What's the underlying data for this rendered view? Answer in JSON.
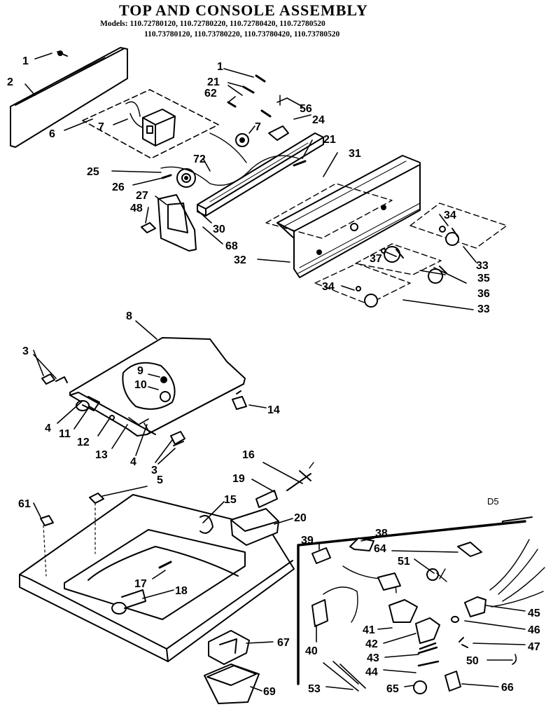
{
  "header": {
    "title": "TOP AND CONSOLE ASSEMBLY",
    "models_line_1": "Models: 110.72780120, 110.72780220, 110.72780420, 110.72780520",
    "models_line_2": "110.73780120, 110.73780220, 110.73780420, 110.73780520"
  },
  "section_code": "D5",
  "callouts": [
    {
      "id": "c1a",
      "text": "1"
    },
    {
      "id": "c2",
      "text": "2"
    },
    {
      "id": "c6",
      "text": "6"
    },
    {
      "id": "c7a",
      "text": "7"
    },
    {
      "id": "c1b",
      "text": "1"
    },
    {
      "id": "c21a",
      "text": "21"
    },
    {
      "id": "c62",
      "text": "62"
    },
    {
      "id": "c56",
      "text": "56"
    },
    {
      "id": "c24",
      "text": "24"
    },
    {
      "id": "c7b",
      "text": "7"
    },
    {
      "id": "c21b",
      "text": "21"
    },
    {
      "id": "c31",
      "text": "31"
    },
    {
      "id": "c72",
      "text": "72"
    },
    {
      "id": "c25",
      "text": "25"
    },
    {
      "id": "c26",
      "text": "26"
    },
    {
      "id": "c27",
      "text": "27"
    },
    {
      "id": "c48",
      "text": "48"
    },
    {
      "id": "c30",
      "text": "30"
    },
    {
      "id": "c68",
      "text": "68"
    },
    {
      "id": "c32",
      "text": "32"
    },
    {
      "id": "c34a",
      "text": "34"
    },
    {
      "id": "c37",
      "text": "37"
    },
    {
      "id": "c33a",
      "text": "33"
    },
    {
      "id": "c35",
      "text": "35"
    },
    {
      "id": "c36",
      "text": "36"
    },
    {
      "id": "c34b",
      "text": "34"
    },
    {
      "id": "c33b",
      "text": "33"
    },
    {
      "id": "c8",
      "text": "8"
    },
    {
      "id": "c3a",
      "text": "3"
    },
    {
      "id": "c9",
      "text": "9"
    },
    {
      "id": "c10",
      "text": "10"
    },
    {
      "id": "c14",
      "text": "14"
    },
    {
      "id": "c4a",
      "text": "4"
    },
    {
      "id": "c11",
      "text": "11"
    },
    {
      "id": "c12",
      "text": "12"
    },
    {
      "id": "c13",
      "text": "13"
    },
    {
      "id": "c4b",
      "text": "4"
    },
    {
      "id": "c3b",
      "text": "3"
    },
    {
      "id": "c5",
      "text": "5"
    },
    {
      "id": "c16",
      "text": "16"
    },
    {
      "id": "c19",
      "text": "19"
    },
    {
      "id": "c15",
      "text": "15"
    },
    {
      "id": "c20",
      "text": "20"
    },
    {
      "id": "c61",
      "text": "61"
    },
    {
      "id": "c17",
      "text": "17"
    },
    {
      "id": "c18",
      "text": "18"
    },
    {
      "id": "c67",
      "text": "67"
    },
    {
      "id": "c69",
      "text": "69"
    },
    {
      "id": "c39",
      "text": "39"
    },
    {
      "id": "c38",
      "text": "38"
    },
    {
      "id": "c64",
      "text": "64"
    },
    {
      "id": "c51",
      "text": "51"
    },
    {
      "id": "c45",
      "text": "45"
    },
    {
      "id": "c46",
      "text": "46"
    },
    {
      "id": "c47",
      "text": "47"
    },
    {
      "id": "c41",
      "text": "41"
    },
    {
      "id": "c42",
      "text": "42"
    },
    {
      "id": "c43",
      "text": "43"
    },
    {
      "id": "c44",
      "text": "44"
    },
    {
      "id": "c50",
      "text": "50"
    },
    {
      "id": "c40",
      "text": "40"
    },
    {
      "id": "c53",
      "text": "53"
    },
    {
      "id": "c65",
      "text": "65"
    },
    {
      "id": "c66",
      "text": "66"
    }
  ]
}
